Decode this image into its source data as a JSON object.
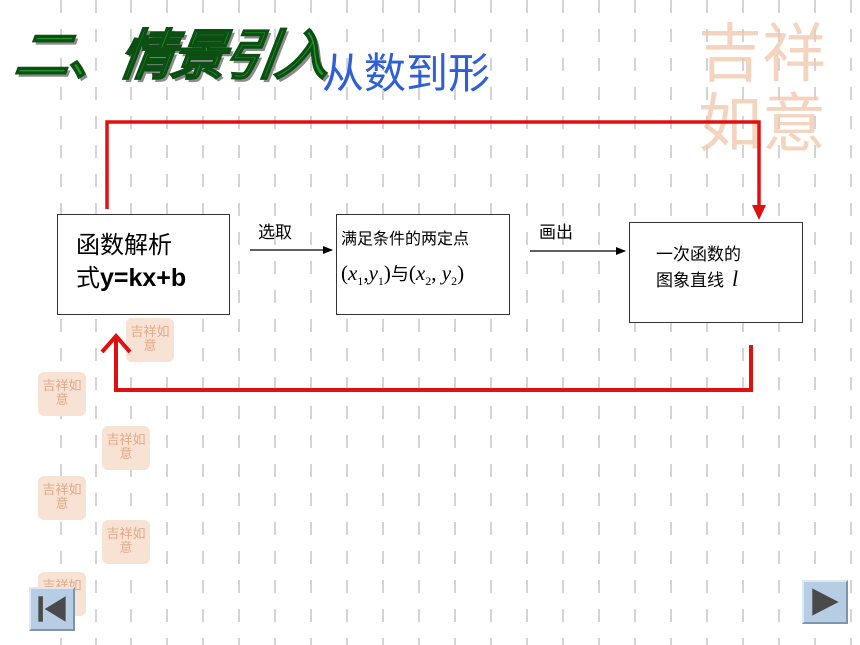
{
  "header": {
    "section_heading": "二、情景引入",
    "title": "从数到形"
  },
  "diagram": {
    "nodes": {
      "formula": {
        "line1": "函数解析",
        "prefix": "式",
        "expr": "y=kx+b"
      },
      "points": {
        "caption": "满足条件的两定点",
        "x": "x",
        "y": "y",
        "sub1": "1",
        "sub2": "2",
        "connector": "与"
      },
      "line": {
        "line1": "一次函数的",
        "line2": "图象直线",
        "var": "l"
      }
    },
    "edges": {
      "choose": "选取",
      "draw": "画出"
    }
  },
  "decorations": {
    "seal_text": "吉祥如意"
  },
  "colors": {
    "heading_green": "#1f9a2a",
    "title_blue": "#2e5fd6",
    "loop_red": "#e01010",
    "seal": "#f2c6aa"
  },
  "icons": {
    "prev": "previous-slide-icon",
    "next": "next-slide-icon"
  }
}
